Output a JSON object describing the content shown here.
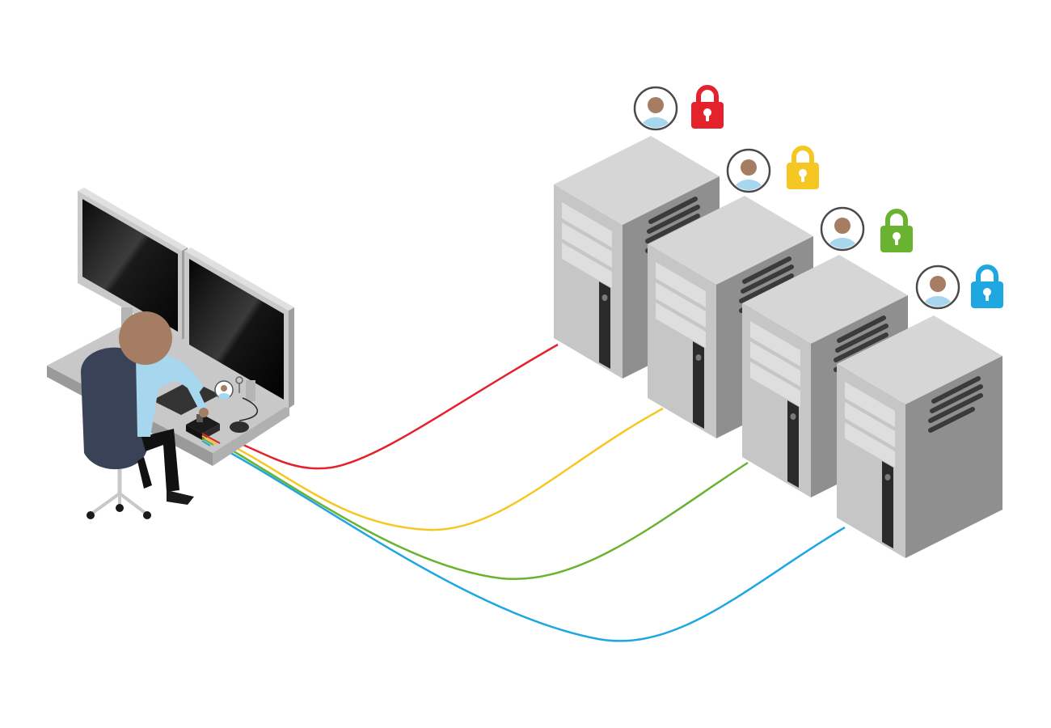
{
  "colors": {
    "background": "#ffffff",
    "red": "#e3222c",
    "yellow": "#f6c722",
    "green": "#69b331",
    "blue": "#1ea7e1",
    "tower_front": "#c9c9c9",
    "tower_side": "#8e8e8e",
    "tower_top": "#d9d9d9",
    "chair": "#3a4258",
    "skin": "#a57d63",
    "shirt": "#a6d7ee"
  },
  "workstation": {
    "person": "user-at-desk",
    "monitors": 2,
    "devices": [
      "keyboard",
      "mouse",
      "user-key-icon",
      "kvm-switch"
    ]
  },
  "servers": [
    {
      "name": "server-1",
      "lock_icon": "padlock-icon",
      "user_icon": "user-icon",
      "cable_color": "red"
    },
    {
      "name": "server-2",
      "lock_icon": "padlock-icon",
      "user_icon": "user-icon",
      "cable_color": "yellow"
    },
    {
      "name": "server-3",
      "lock_icon": "padlock-icon",
      "user_icon": "user-icon",
      "cable_color": "green"
    },
    {
      "name": "server-4",
      "lock_icon": "padlock-icon",
      "user_icon": "user-icon",
      "cable_color": "blue"
    }
  ]
}
